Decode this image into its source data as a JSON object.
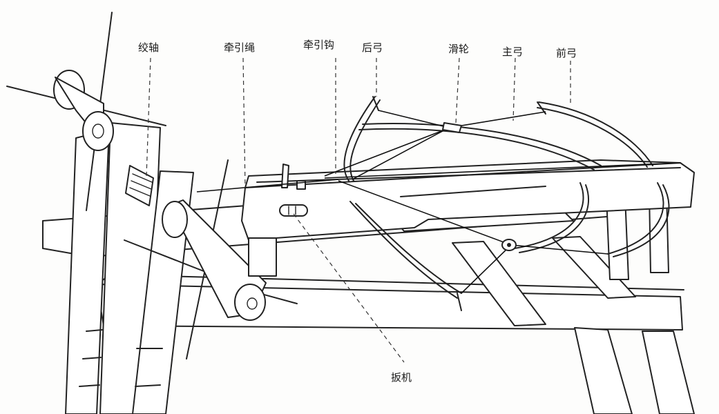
{
  "labels": {
    "winch": "绞轴",
    "pull_rope": "牵引绳",
    "pull_hook": "牵引钩",
    "rear_bow": "后弓",
    "pulley": "滑轮",
    "main_bow": "主弓",
    "front_bow": "前弓",
    "trigger": "扳机"
  }
}
